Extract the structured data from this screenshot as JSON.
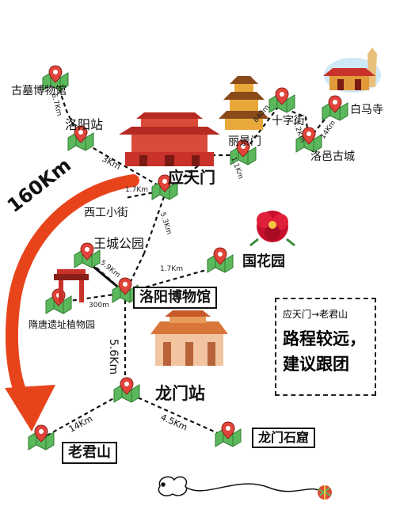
{
  "places": {
    "tomb_museum": "古墓博物馆",
    "luoyang_station": "洛阳站",
    "yingtianmen": "应天门",
    "lijingmen": "丽景门",
    "shizijie": "十字街",
    "baimasi": "白马寺",
    "luoyi_old_town": "洛邑古城",
    "xigong_xiaojie": "西工小街",
    "wangcheng_park": "王城公园",
    "guohua_garden": "国花园",
    "luoyang_museum": "洛阳博物馆",
    "suitang_park": "隋唐遗址植物园",
    "longmen_station": "龙门站",
    "laojunshan": "老君山",
    "longmen_grottoes": "龙门石窟"
  },
  "distances": {
    "tomb_to_station": "6.7Km",
    "station_to_yingtianmen": "3Km",
    "yingtianmen_to_lijingmen": "1.1Km",
    "lijingmen_to_shizijie": "840m",
    "shizijie_to_luoyi": "1.2Km",
    "luoyi_to_baimasi": "14Km",
    "yingtianmen_to_xigong": "1.7Km",
    "xigong_to_wangcheng": "5.3Km",
    "museum_to_guohua": "1.7Km",
    "wangcheng_to_museum": "5.9Km",
    "suitang_to_museum": "300m",
    "museum_to_longmen": "5.6Km",
    "longmen_to_laojunshan": "14Km",
    "longmen_to_grottoes": "4.5Km",
    "laojunshan_total": "160Km"
  },
  "note": {
    "line1": "应天门→老君山",
    "line2": "路程较远，",
    "line3": "建议跟团"
  },
  "colors": {
    "route": "#111111",
    "long_route_arrow": "#e8441c",
    "pin": "#e0443a",
    "map_tile": "#5cb85c"
  },
  "icons": {
    "pin": "map-pin-icon",
    "gate": "yingtianmen-gate-icon",
    "tower": "lijingmen-tower-icon",
    "temple": "baimasi-temple-icon",
    "peony": "peony-flower-icon",
    "museum": "museum-building-icon",
    "arch": "suitang-arch-icon",
    "sheep": "sheep-icon",
    "yarn": "yarn-ball-icon"
  }
}
